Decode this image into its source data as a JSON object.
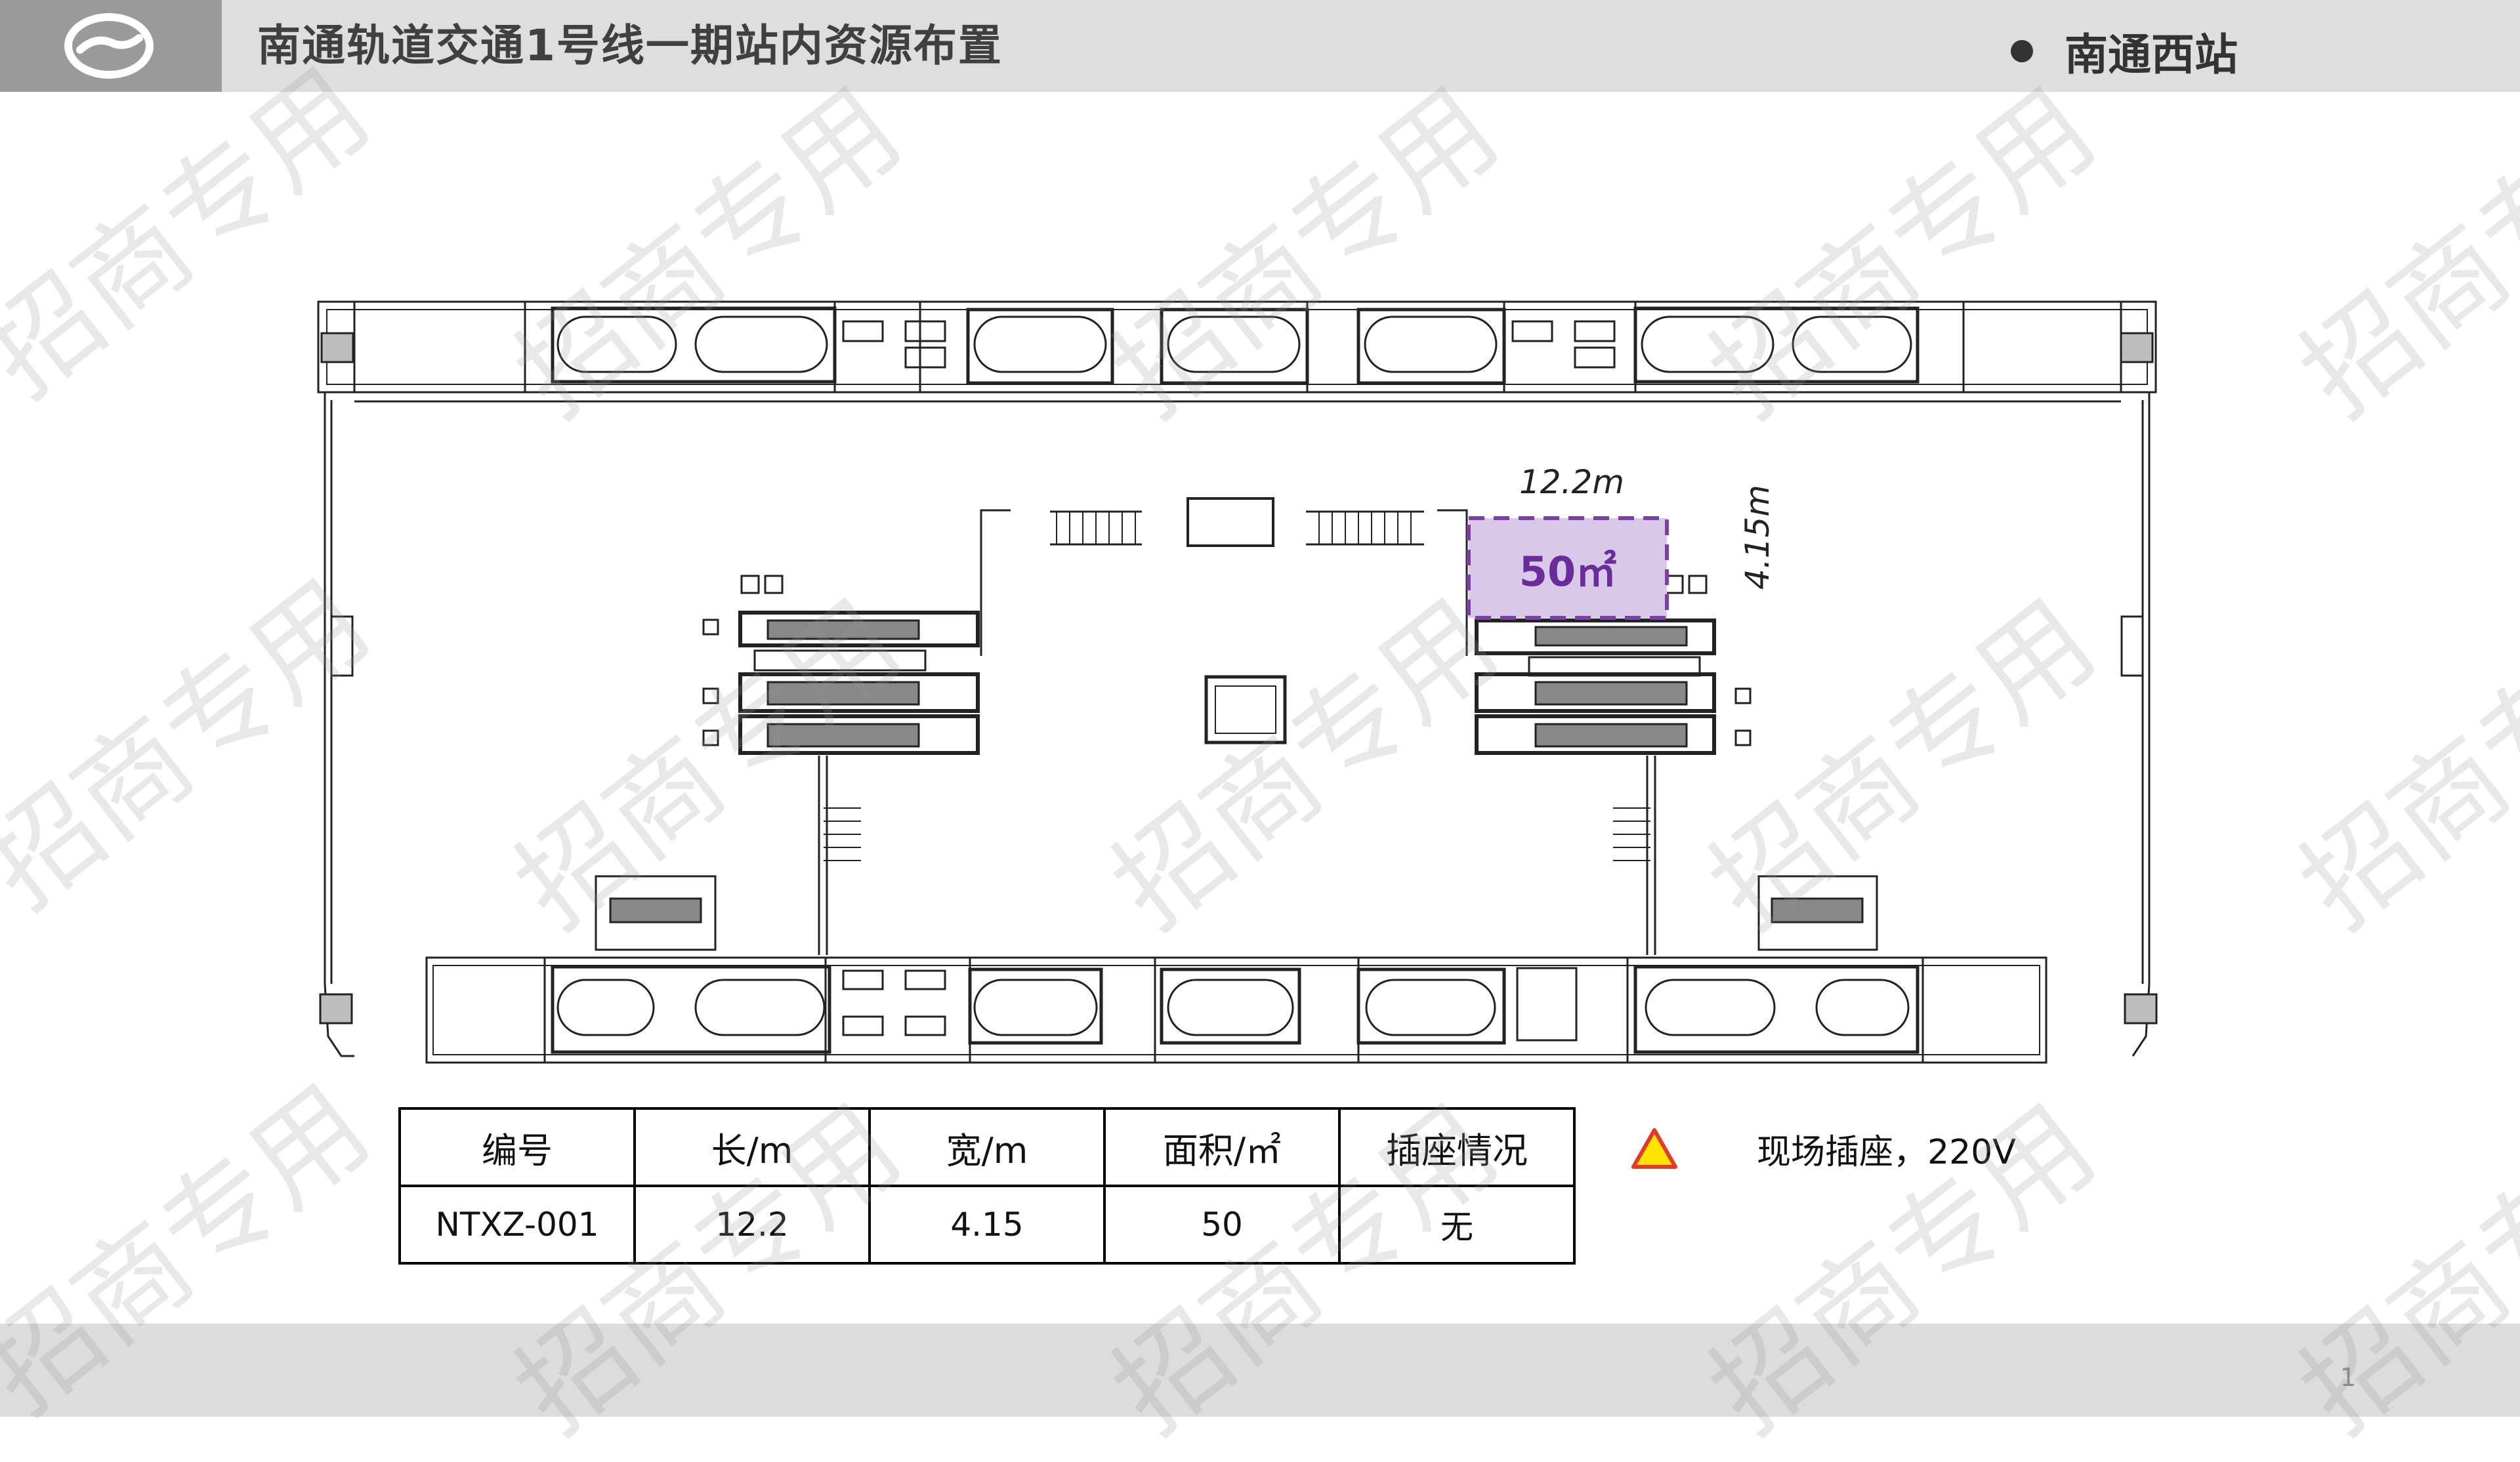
{
  "header": {
    "title": "南通轨道交通1号线一期站内资源布置",
    "station_name": "南通西站"
  },
  "plan": {
    "dimension_width": "12.2m",
    "dimension_height": "4.15m",
    "area_label": "50㎡",
    "highlight_fill": "#d8c8ea",
    "highlight_stroke": "#7b3fa6"
  },
  "table": {
    "headers": [
      "编号",
      "长/m",
      "宽/m",
      "面积/㎡",
      "插座情况"
    ],
    "row": [
      "NTXZ-001",
      "12.2",
      "4.15",
      "50",
      "无"
    ]
  },
  "legend": {
    "icon": "warning-triangle-icon",
    "label": "现场插座，220V",
    "icon_fill": "#ffe600",
    "icon_stroke": "#e53a2a"
  },
  "watermark": {
    "text": "招商专用"
  },
  "footer": {
    "page_number": "1"
  }
}
